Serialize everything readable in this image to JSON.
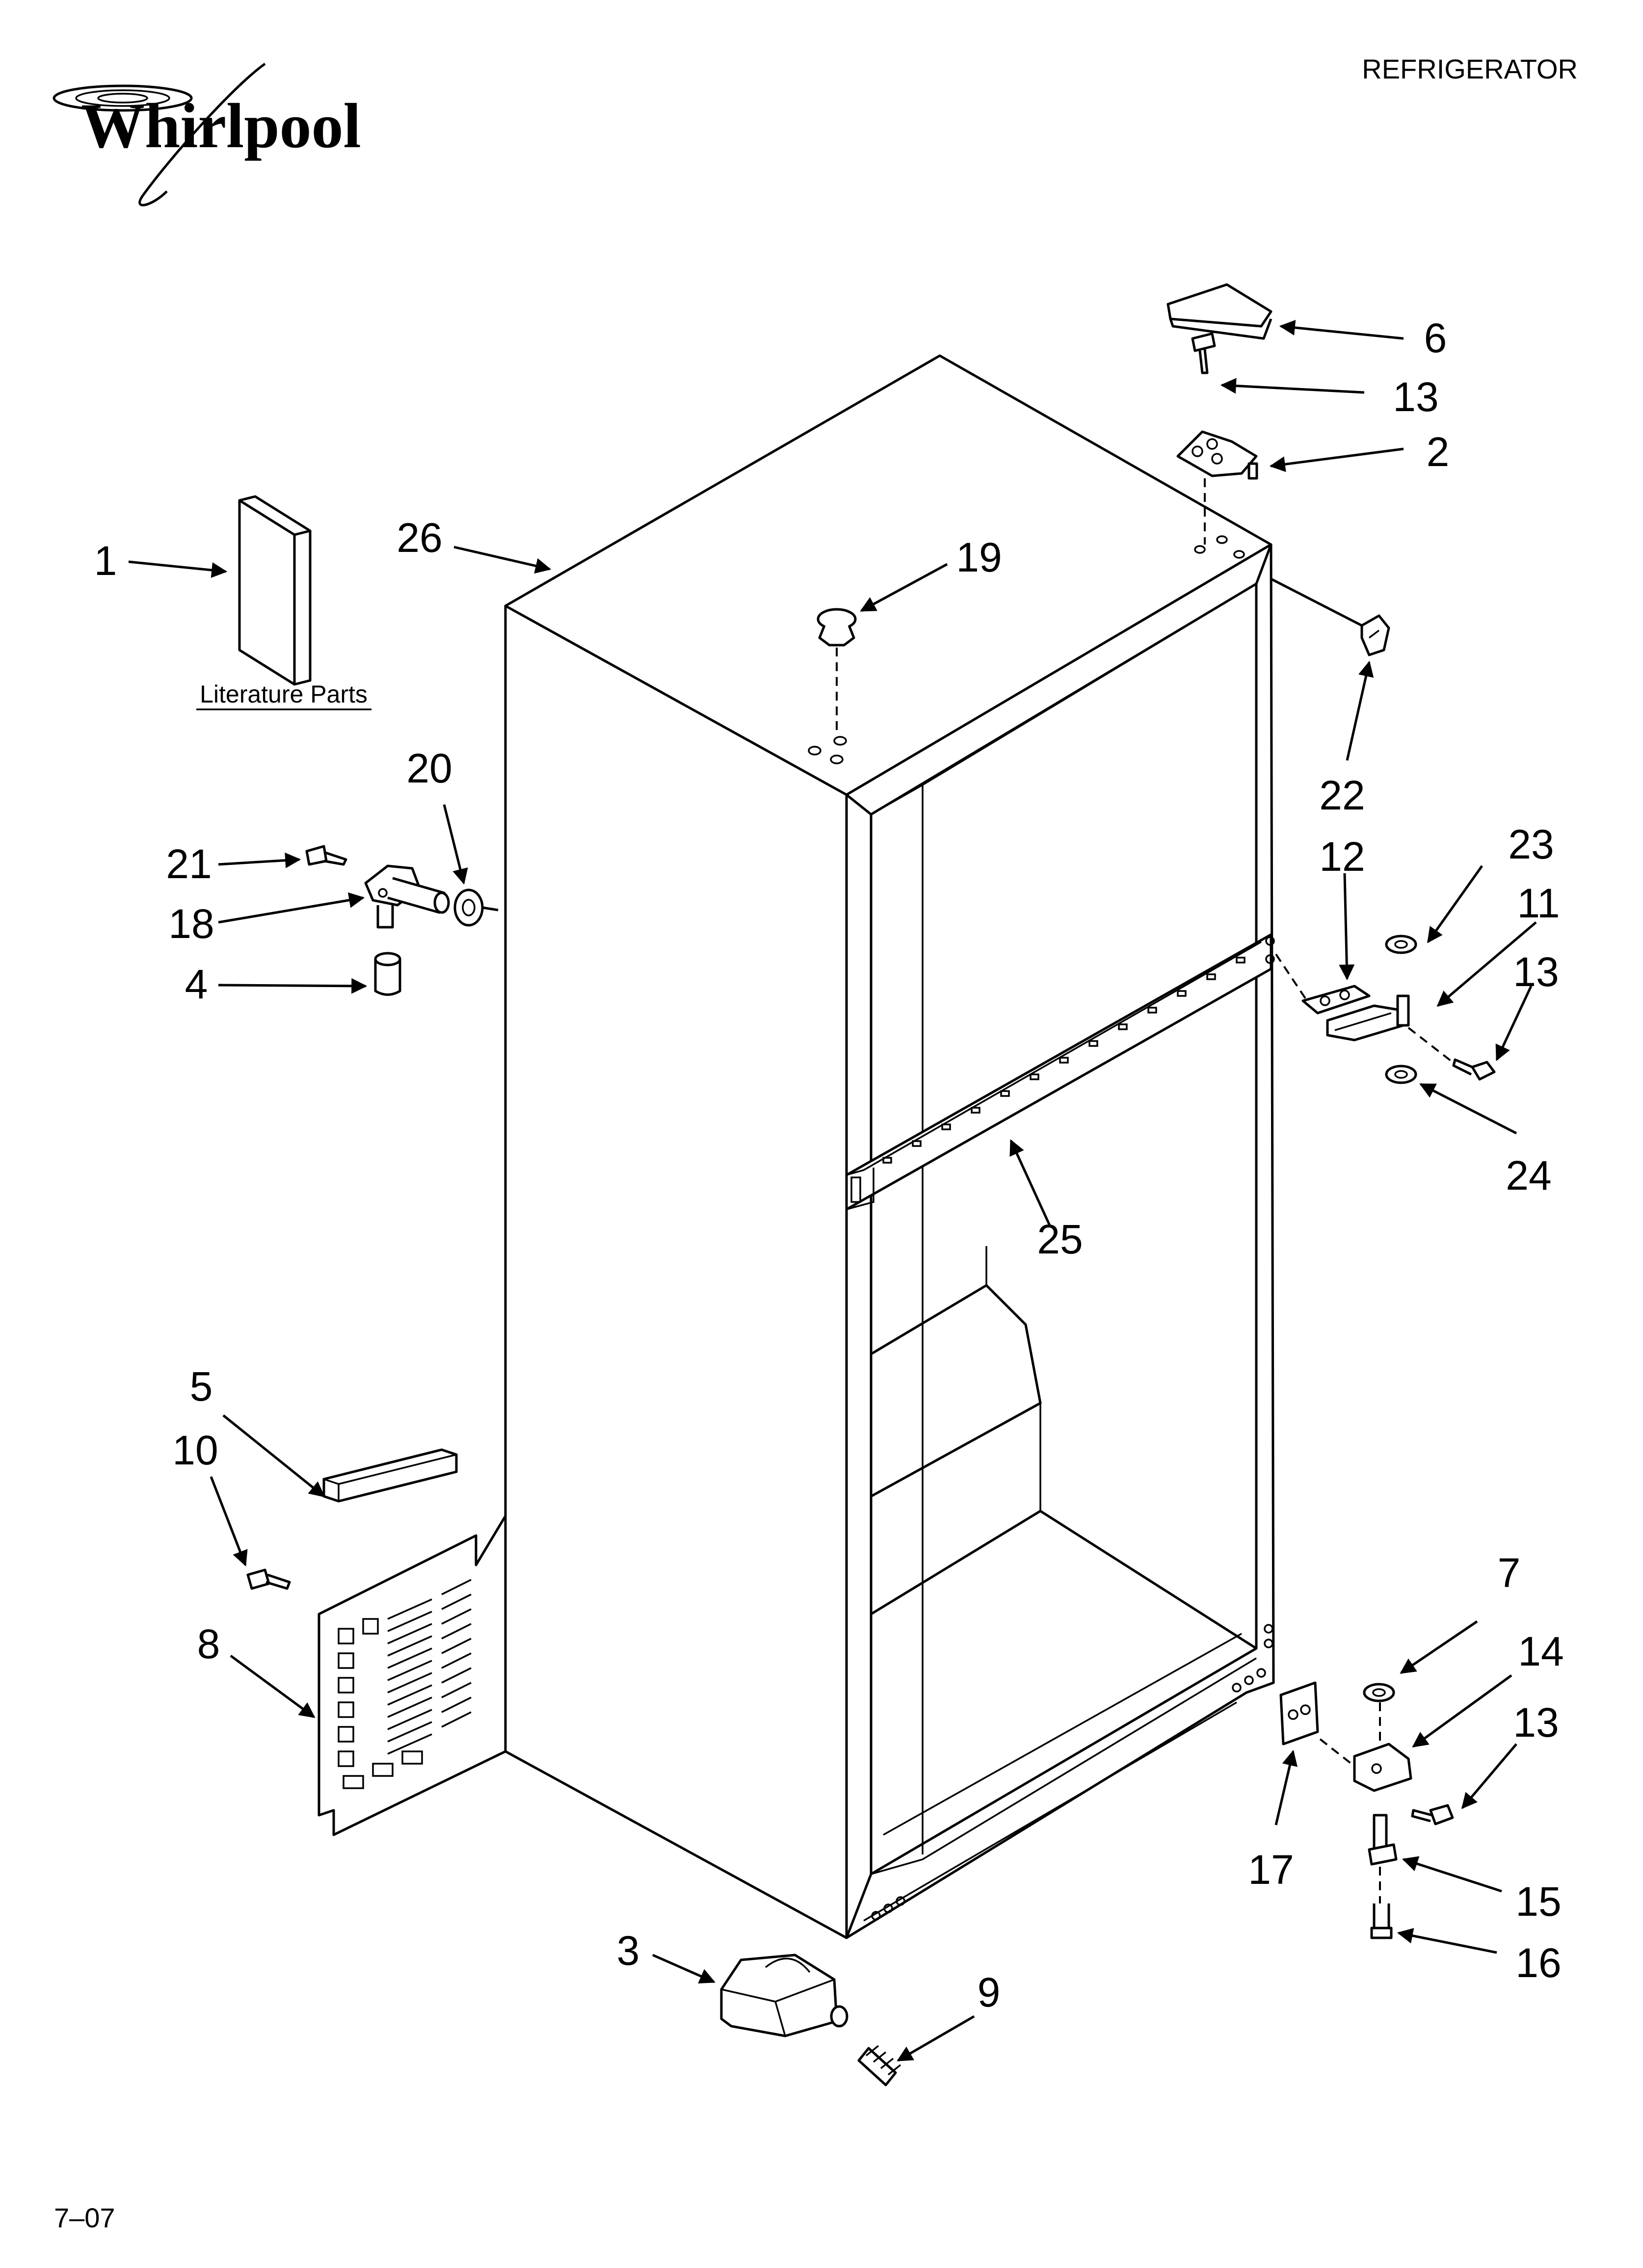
{
  "header": {
    "brand": "Whirlpool",
    "section": "REFRIGERATOR"
  },
  "literature_label": "Literature Parts",
  "footer_code": "7–07",
  "callouts": {
    "c1": "1",
    "c2": "2",
    "c3": "3",
    "c4": "4",
    "c5": "5",
    "c6": "6",
    "c7": "7",
    "c8": "8",
    "c9": "9",
    "c10": "10",
    "c11": "11",
    "c12": "12",
    "c13a": "13",
    "c13b": "13",
    "c13c": "13",
    "c14": "14",
    "c15": "15",
    "c16": "16",
    "c17": "17",
    "c18": "18",
    "c19": "19",
    "c20": "20",
    "c21": "21",
    "c22": "22",
    "c23": "23",
    "c24": "24",
    "c25": "25",
    "c26": "26"
  }
}
